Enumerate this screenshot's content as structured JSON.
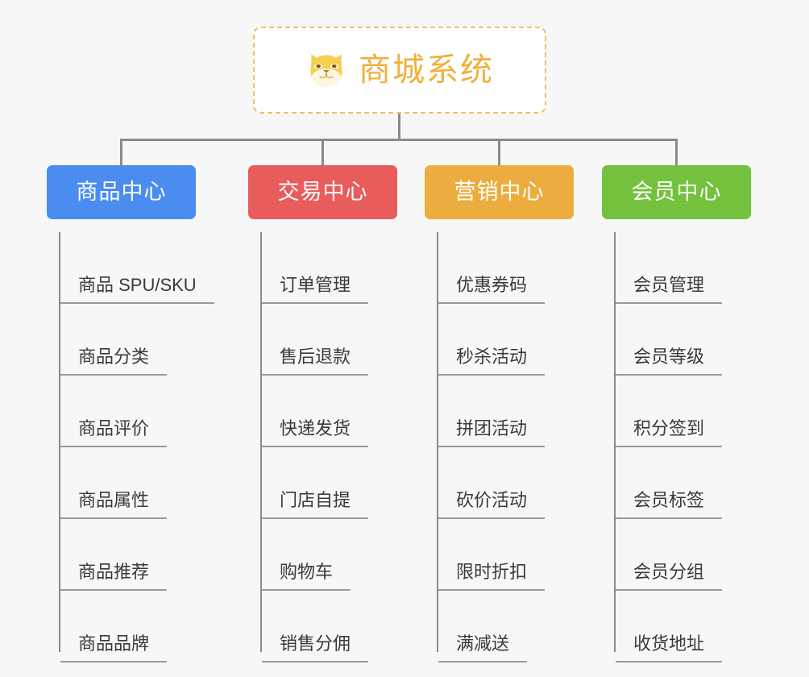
{
  "diagram": {
    "type": "mindmap",
    "background_color": "#f7f7f7",
    "connector_color": "#8a8a8a"
  },
  "root": {
    "title": "商城系统",
    "icon": "shiba-dog-face-icon",
    "text_color": "#f0b03c",
    "border_color": "#f0c066",
    "background_color": "#ffffff"
  },
  "columns": [
    {
      "title": "商品中心",
      "color": "#4a8cf0",
      "items": [
        {
          "label": "商品 SPU/SKU"
        },
        {
          "label": "商品分类"
        },
        {
          "label": "商品评价"
        },
        {
          "label": "商品属性"
        },
        {
          "label": "商品推荐"
        },
        {
          "label": "商品品牌"
        }
      ]
    },
    {
      "title": "交易中心",
      "color": "#e85c5c",
      "items": [
        {
          "label": "订单管理"
        },
        {
          "label": "售后退款"
        },
        {
          "label": "快递发货"
        },
        {
          "label": "门店自提"
        },
        {
          "label": "购物车"
        },
        {
          "label": "销售分佣"
        }
      ]
    },
    {
      "title": "营销中心",
      "color": "#edad3e",
      "items": [
        {
          "label": "优惠券码"
        },
        {
          "label": "秒杀活动"
        },
        {
          "label": "拼团活动"
        },
        {
          "label": "砍价活动"
        },
        {
          "label": "限时折扣"
        },
        {
          "label": "满减送"
        }
      ]
    },
    {
      "title": "会员中心",
      "color": "#73c13d",
      "items": [
        {
          "label": "会员管理"
        },
        {
          "label": "会员等级"
        },
        {
          "label": "积分签到"
        },
        {
          "label": "会员标签"
        },
        {
          "label": "会员分组"
        },
        {
          "label": "收货地址"
        }
      ]
    }
  ]
}
